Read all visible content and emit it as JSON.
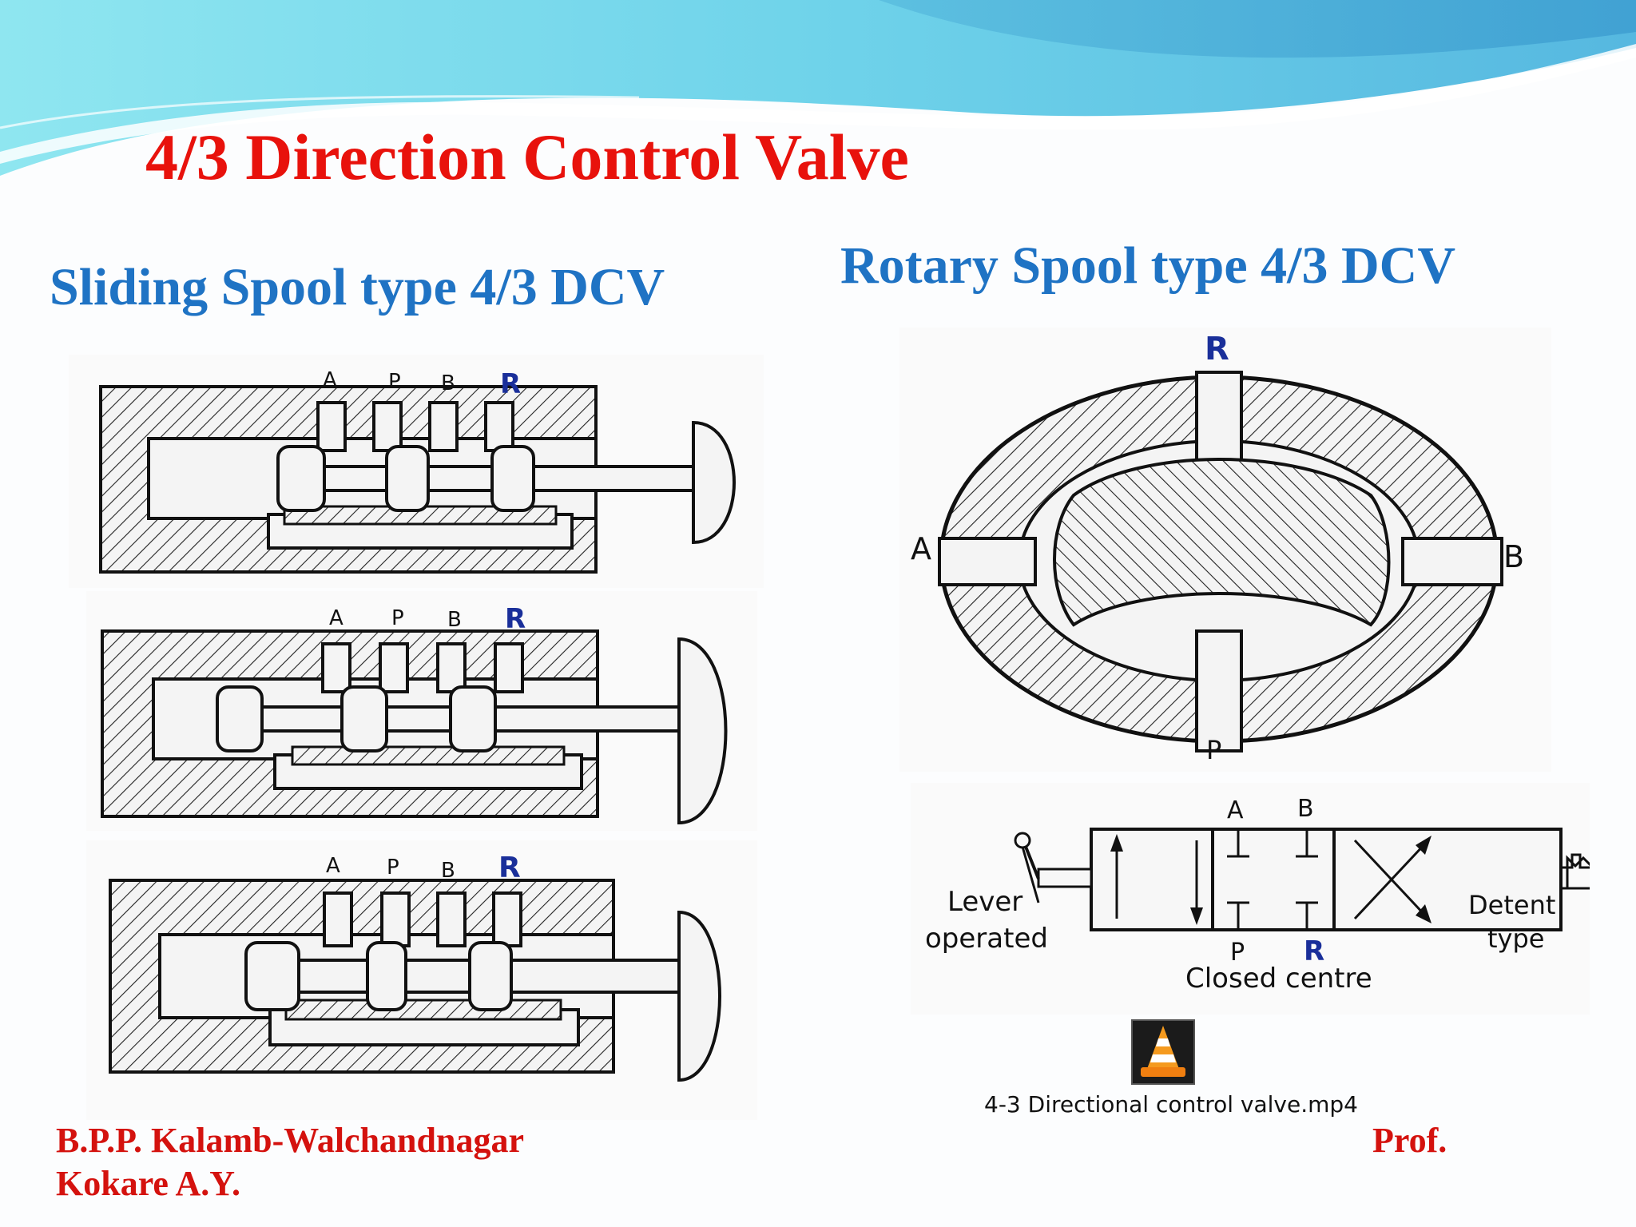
{
  "slide": {
    "title": "4/3 Direction Control Valve",
    "subtitle_left": "Sliding Spool type 4/3 DCV",
    "subtitle_right": "Rotary Spool type 4/3 DCV",
    "footer_left_line1": "B.P.P. Kalamb-Walchandnagar",
    "footer_left_line2": "Kokare A.Y.",
    "footer_right": "Prof."
  },
  "sliding_diagrams": {
    "port_a": "A",
    "port_p": "P",
    "port_b": "B",
    "port_r": "R"
  },
  "rotary_diagram": {
    "port_r": "R",
    "port_a": "A",
    "port_b": "B",
    "port_p": "P"
  },
  "symbol_diagram": {
    "port_a": "A",
    "port_b": "B",
    "port_p": "P",
    "port_r": "R",
    "lever_line1": "Lever",
    "lever_line2": "operated",
    "centre_label": "Closed centre",
    "detent_line1": "Detent",
    "detent_line2": "type"
  },
  "media": {
    "file_name": "4-3 Directional control valve.mp4",
    "icon": "vlc-cone-icon"
  },
  "colors": {
    "title": "#e8120c",
    "subtitle": "#1f73c4",
    "footer": "#d4120e",
    "r_label": "#1a2f9a"
  }
}
